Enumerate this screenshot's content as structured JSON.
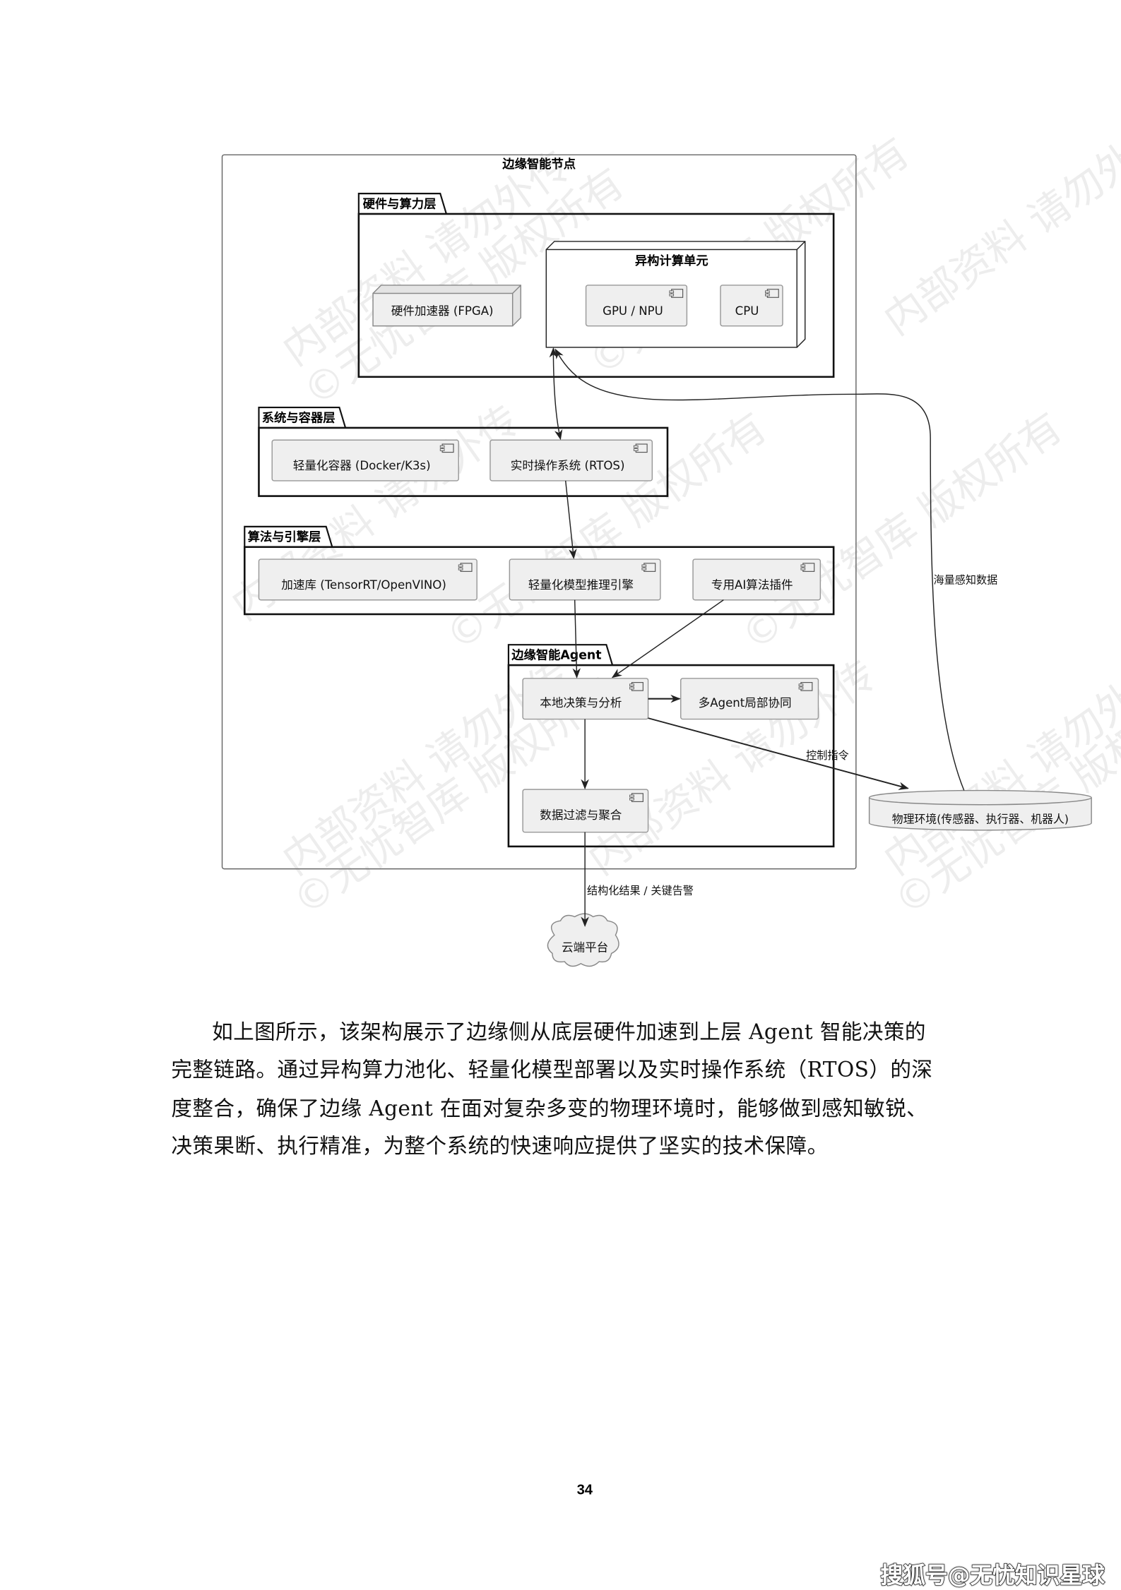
{
  "diagram": {
    "frame_title": "边缘智能节点",
    "pkg_hw": {
      "title": "硬件与算力层",
      "fpga": "硬件加速器 (FPGA)",
      "hetero_title": "异构计算单元",
      "gpu": "GPU / NPU",
      "cpu": "CPU"
    },
    "pkg_sys": {
      "title": "系统与容器层",
      "docker": "轻量化容器 (Docker/K3s)",
      "rtos": "实时操作系统 (RTOS)"
    },
    "pkg_algo": {
      "title": "算法与引擎层",
      "accel": "加速库 (TensorRT/OpenVINO)",
      "engine": "轻量化模型推理引擎",
      "plugin": "专用AI算法插件"
    },
    "pkg_agent": {
      "title": "边缘智能Agent",
      "decision": "本地决策与分析",
      "multi": "多Agent局部协同",
      "filter": "数据过滤与聚合"
    },
    "env": "物理环境(传感器、执行器、机器人)",
    "cloud": "云端平台",
    "edges": {
      "control": "控制指令",
      "perception": "海量感知数据",
      "result": "结构化结果 / 关键告警"
    }
  },
  "watermark": {
    "line1": "内部资料 请勿外传",
    "line2": "©无忧智库 版权所有"
  },
  "paragraph": [
    "如上图所示，该架构展示了边缘侧从底层硬件加速到上层 Agent 智能决策的",
    "完整链路。通过异构算力池化、轻量化模型部署以及实时操作系统（RTOS）的深",
    "度整合，确保了边缘 Agent 在面对复杂多变的物理环境时，能够做到感知敏锐、",
    "决策果断、执行精准，为整个系统的快速响应提供了坚实的技术保障。"
  ],
  "page_number": "34",
  "source_watermark": "搜狐号@无忧知识星球"
}
